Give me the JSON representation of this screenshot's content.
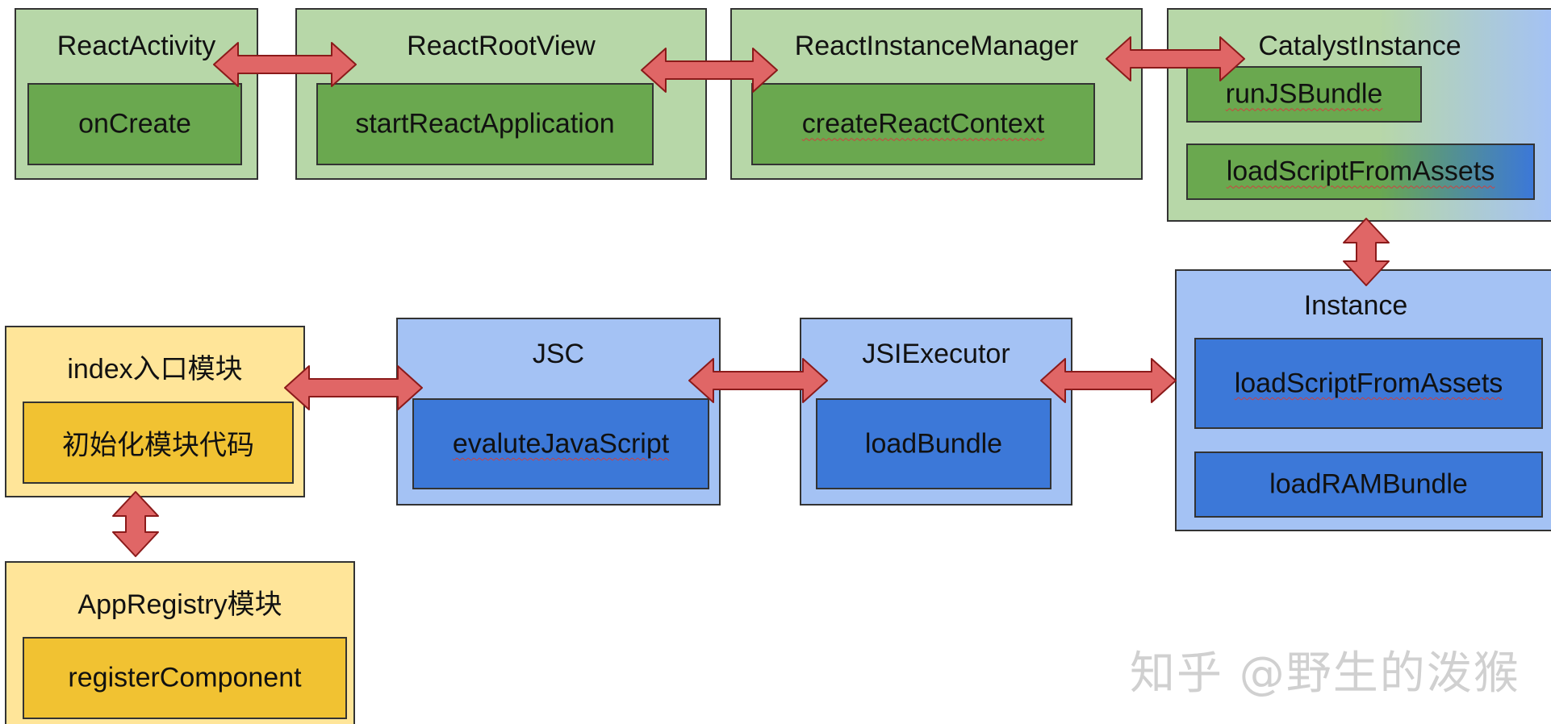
{
  "diagram": {
    "react_activity": {
      "title": "ReactActivity",
      "method": "onCreate"
    },
    "react_root_view": {
      "title": "ReactRootView",
      "method": "startReactApplication"
    },
    "react_instance_manager": {
      "title": "ReactInstanceManager",
      "method": "createReactContext"
    },
    "catalyst_instance": {
      "title": "CatalystInstance",
      "methods": [
        "runJSBundle",
        "loadScriptFromAssets"
      ]
    },
    "instance": {
      "title": "Instance",
      "methods": [
        "loadScriptFromAssets",
        "loadRAMBundle"
      ]
    },
    "jsi_executor": {
      "title": "JSIExecutor",
      "method": "loadBundle"
    },
    "jsc": {
      "title": "JSC",
      "method": "evaluteJavaScript"
    },
    "index_module": {
      "title": "index入口模块",
      "method": "初始化模块代码"
    },
    "app_registry": {
      "title": "AppRegistry模块",
      "method": "registerComponent"
    }
  },
  "colors": {
    "green_outer": "#b7d7a8",
    "green_inner": "#6aa84f",
    "blue_outer": "#a4c2f4",
    "blue_inner": "#3c78d8",
    "yellow_outer": "#ffe599",
    "yellow_inner": "#f1c232",
    "arrow_fill": "#e06666",
    "arrow_stroke": "#8b1a1a"
  },
  "watermark": "知乎 @野生的泼猴"
}
